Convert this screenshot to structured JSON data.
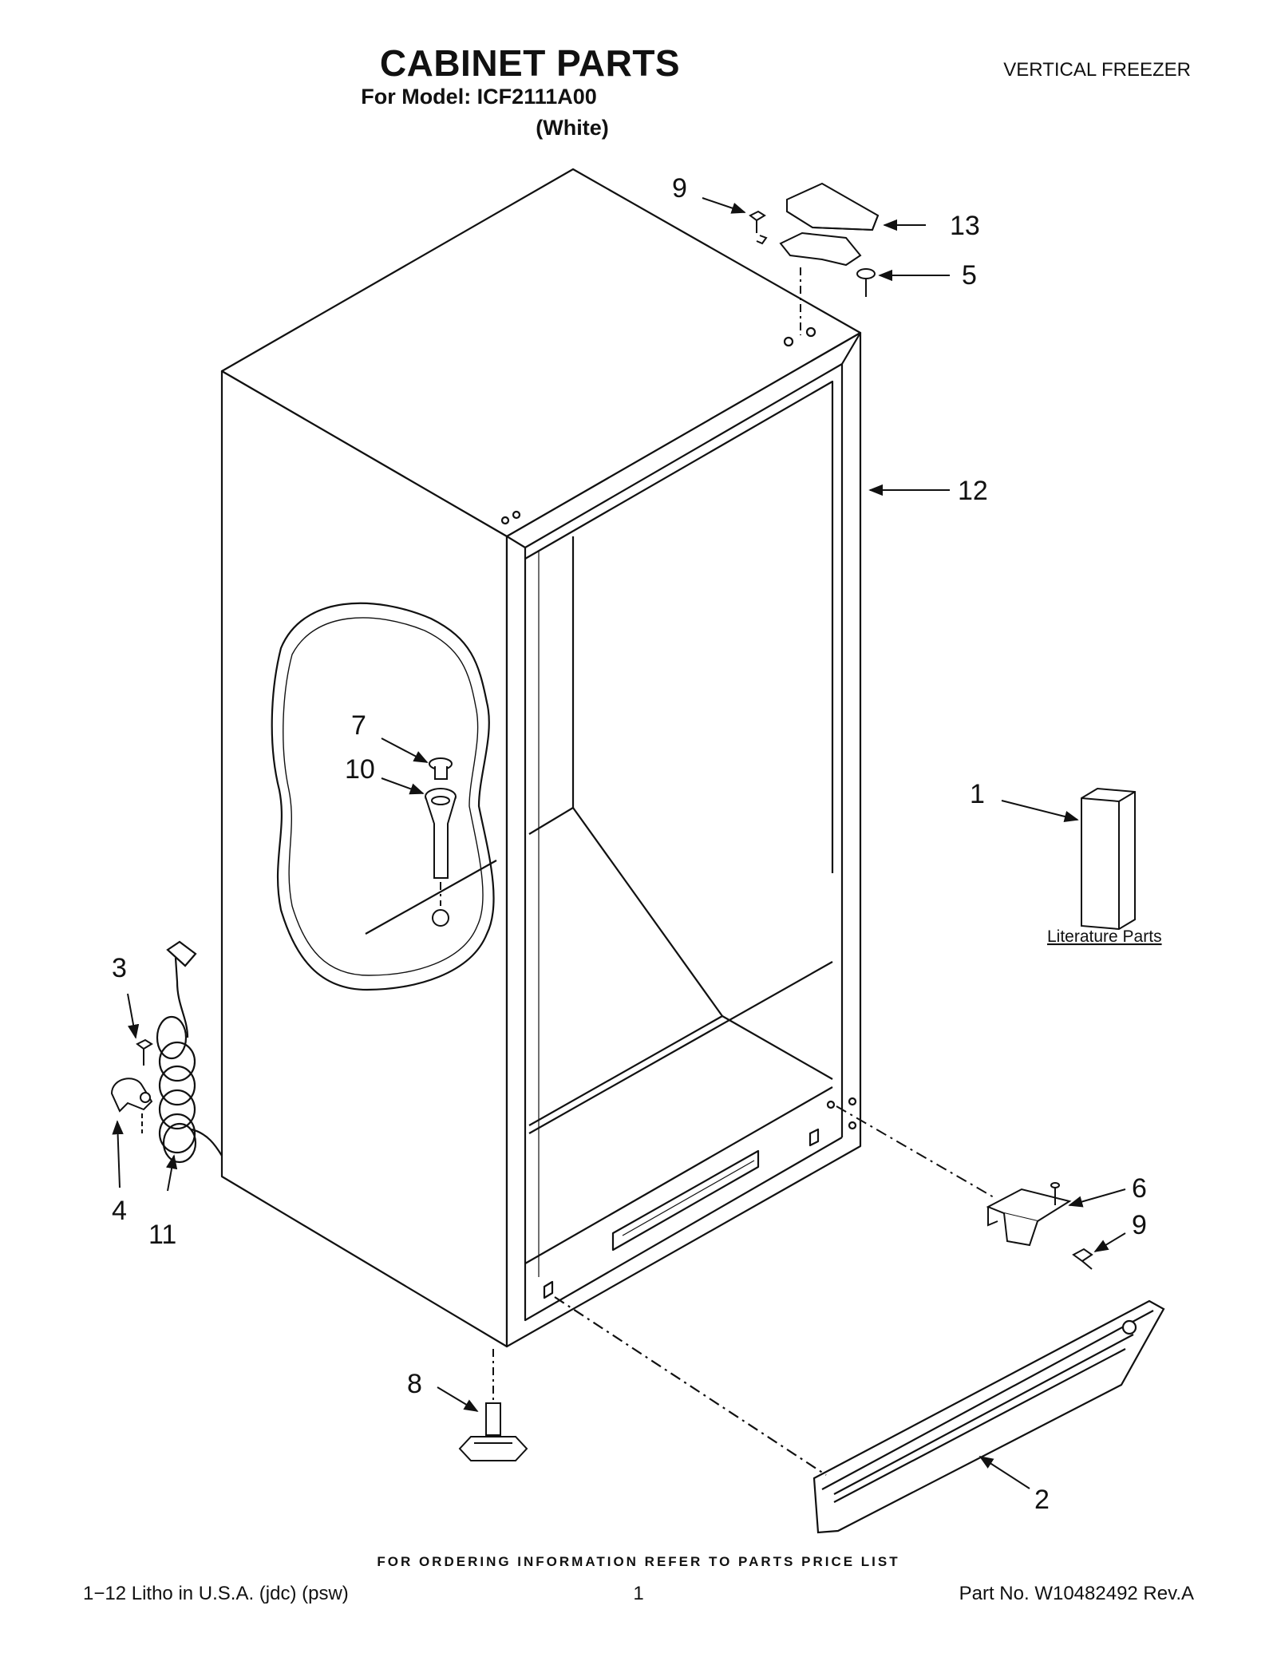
{
  "header": {
    "title": "CABINET PARTS",
    "model": "For Model: ICF2111A00",
    "color": "(White)",
    "category": "VERTICAL FREEZER"
  },
  "diagram": {
    "callouts": {
      "c1": "1",
      "c2": "2",
      "c3": "3",
      "c4": "4",
      "c5": "5",
      "c6": "6",
      "c7": "7",
      "c8": "8",
      "c9a": "9",
      "c9b": "9",
      "c10": "10",
      "c11": "11",
      "c12": "12",
      "c13": "13"
    },
    "literature_label": "Literature Parts"
  },
  "footer": {
    "ordering_note": "FOR ORDERING INFORMATION REFER TO PARTS PRICE LIST",
    "litho": "1−12 Litho in U.S.A. (jdc) (psw)",
    "page_number": "1",
    "part_number": "Part No. W10482492 Rev.A"
  }
}
